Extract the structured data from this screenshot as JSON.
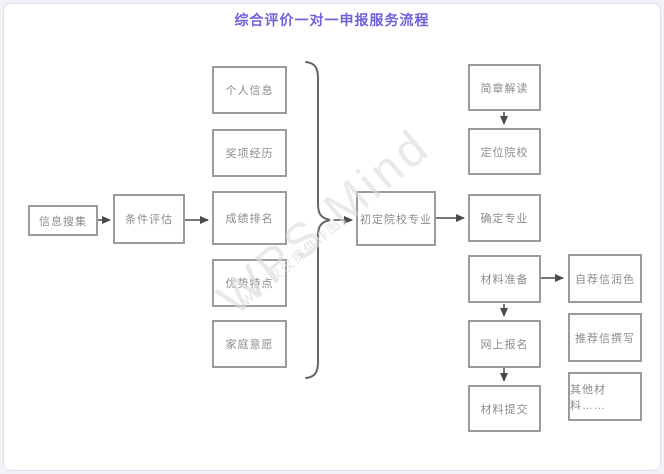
{
  "page": {
    "title": "综合评价一对一申报服务流程"
  },
  "watermark": {
    "brand": "WPS Mind",
    "caption": "WPS汉仪提供作图"
  },
  "flow": {
    "info_collect": "信息搜集",
    "condition_eval": "条件评估",
    "personal_info": "个人信息",
    "award_experience": "奖项经历",
    "grade_ranking": "成绩排名",
    "strengths": "优势特点",
    "family_wishes": "家庭意愿",
    "initial_school_major": "初定院校专业",
    "brochure_reading": "简章解读",
    "target_schools": "定位院校",
    "confirm_major": "确定专业",
    "material_prep": "材料准备",
    "online_registration": "网上报名",
    "material_submission": "材料提交",
    "self_recommendation_polish": "自荐信润色",
    "recommendation_writing": "推荐信撰写",
    "other_materials": "其他材料……"
  },
  "colors": {
    "title": "#6f61d9",
    "node_border": "#9b9b9b",
    "node_text": "#8c8c8c",
    "connector": "#4b4b4b",
    "brace": "#666666",
    "frame_border": "#e1e1ee",
    "canvas_bg": "#ffffff",
    "outer_bg": "#f1f1f7",
    "watermark": "#dcdcdc"
  }
}
